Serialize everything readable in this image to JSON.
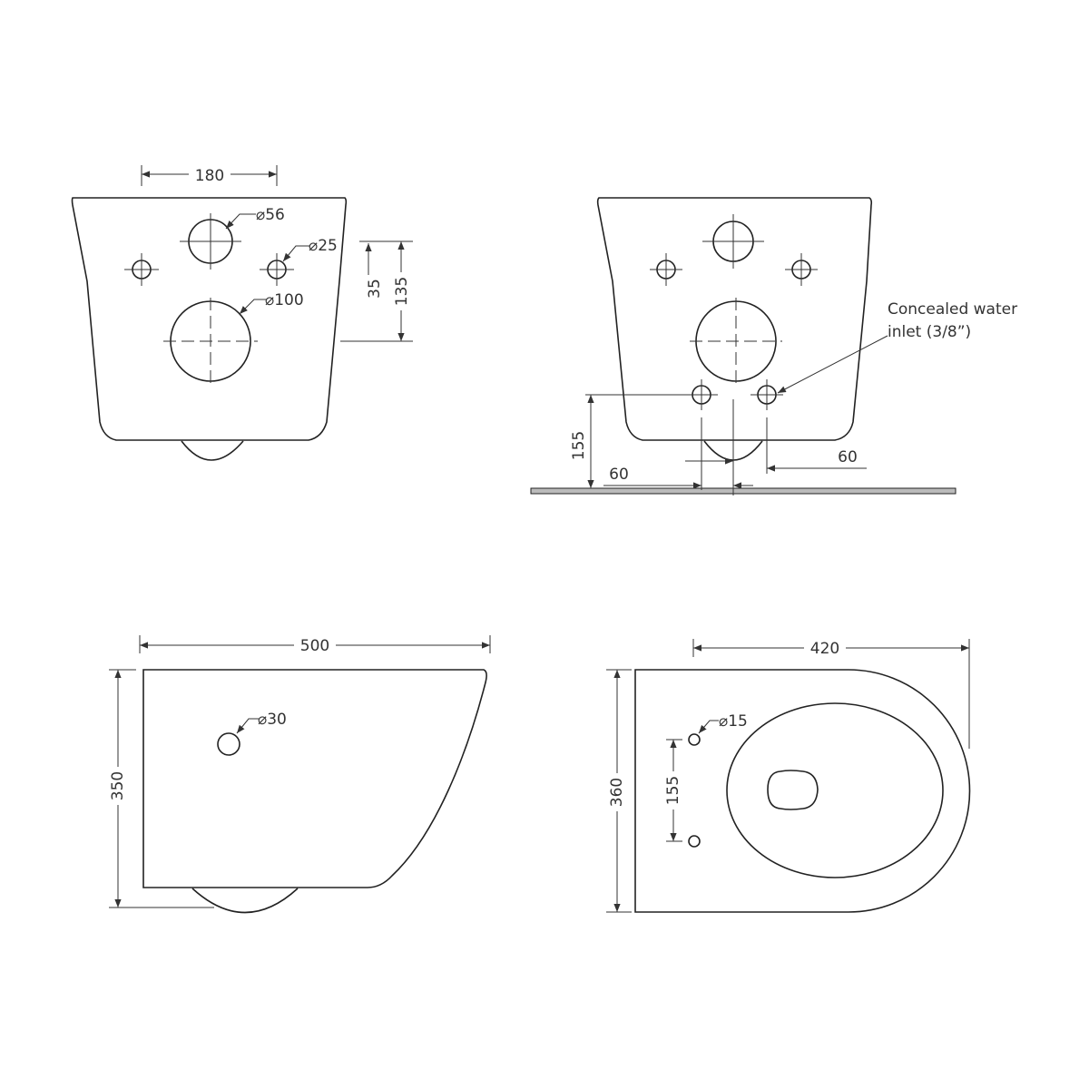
{
  "front_view": {
    "dim_hole_spacing": "180",
    "dim_top_hole_diameter": "⌀56",
    "dim_fixing_hole_diameter": "⌀25",
    "dim_outlet_diameter": "⌀100",
    "dim_fixing_height": "35",
    "dim_outlet_height": "135"
  },
  "rear_view": {
    "note_line1": "Concealed water",
    "note_line2": "inlet (3/8”)",
    "dim_inlet_height": "155",
    "dim_left_offset": "60",
    "dim_right_offset": "60"
  },
  "side_view": {
    "dim_length": "500",
    "dim_height": "350",
    "dim_side_hole": "⌀30"
  },
  "top_view": {
    "dim_length": "420",
    "dim_width": "360",
    "dim_hole_diameter": "⌀15",
    "dim_hole_spacing": "155"
  }
}
